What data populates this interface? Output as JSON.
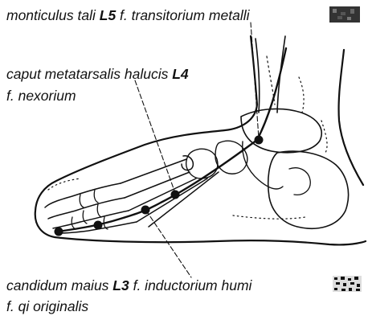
{
  "labels": {
    "top": {
      "pre": "monticulus tali ",
      "code": "L5",
      "post": " f. transitorium metalli"
    },
    "mid": {
      "pre": "caput metatarsalis halucis ",
      "code": "L4",
      "line2": "f. nexorium"
    },
    "bottom": {
      "pre": "candidum maius ",
      "code": "L3",
      "post": " f. inductorium humi",
      "line2": "f. qi originalis"
    }
  },
  "colors": {
    "ink": "#111111",
    "background": "#ffffff"
  }
}
